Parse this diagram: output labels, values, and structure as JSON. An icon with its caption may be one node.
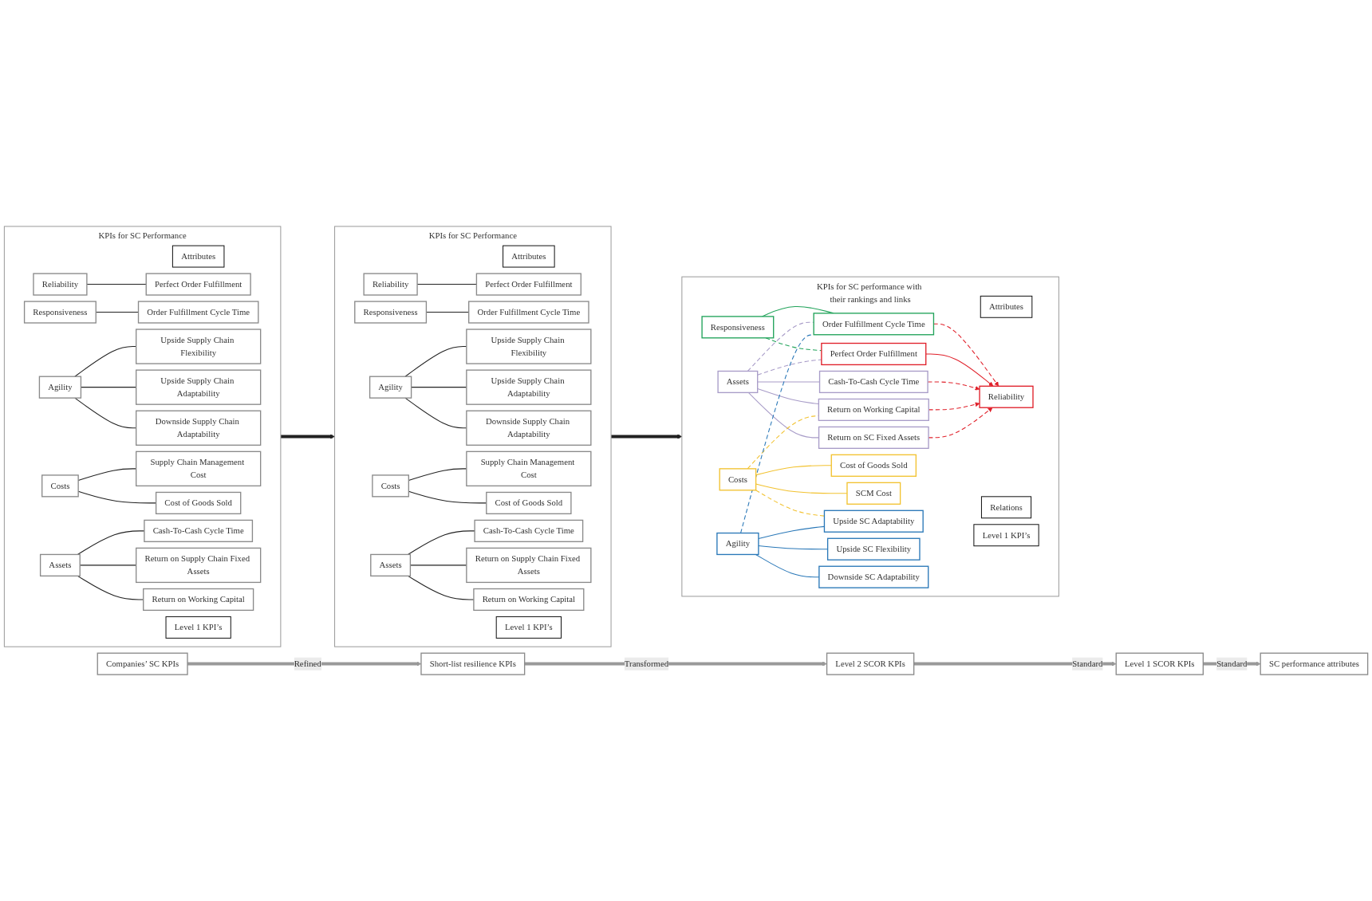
{
  "diagram": {
    "nodes": [
      {
        "text": [
          "KPIs for SC Performance"
        ]
      },
      {
        "text": [
          "Attributes"
        ],
        "in": 0
      },
      {
        "text": [
          "Level 1 KPI’s"
        ],
        "in": 0
      },
      {
        "text": [
          "Reliability"
        ],
        "in": 0
      },
      {
        "text": [
          "Responsiveness"
        ],
        "in": 0
      },
      {
        "text": [
          "Agility"
        ],
        "in": 0
      },
      {
        "text": [
          "Costs"
        ],
        "in": 0
      },
      {
        "text": [
          "Assets"
        ],
        "in": 0
      },
      {
        "text": [
          "Perfect Order Fulfillment"
        ],
        "in": 0
      },
      {
        "text": [
          "Order Fulfillment Cycle Time"
        ],
        "in": 0
      },
      {
        "text": [
          "Upside Supply Chain Flexibility"
        ],
        "in": 0
      },
      {
        "text": [
          "Upside Supply Chain Adaptability"
        ],
        "in": 0
      },
      {
        "text": [
          "Downside Supply Chain Adaptability"
        ],
        "in": 0
      },
      {
        "text": [
          "Supply Chain Management Cost"
        ],
        "in": 0
      },
      {
        "text": [
          "Cost of Goods Sold"
        ],
        "in": 0
      },
      {
        "text": [
          "Cash-To-Cash Cycle Time"
        ],
        "in": 0
      },
      {
        "text": [
          "Return on Supply Chain Fixed Assets"
        ],
        "in": 0
      },
      {
        "text": [
          "Return on Working Capital"
        ],
        "in": 0
      },
      {
        "text": [
          "SC performance attributes"
        ]
      },
      {
        "text": [
          "Level 1 SCOR KPIs"
        ]
      },
      {
        "text": [
          "Level 2 SCOR KPIs"
        ]
      },
      {
        "text": [
          "Short-list resilience KPIs"
        ]
      },
      {
        "text": [
          "Companies’ SC KPIs"
        ]
      },
      {
        "text": [
          "KPIs for SC Performance"
        ]
      },
      {
        "text": [
          "Attributes"
        ],
        "in": 23
      },
      {
        "text": [
          "Level 1 KPI’s"
        ],
        "in": 23
      },
      {
        "text": [
          "Reliability"
        ],
        "in": 23
      },
      {
        "text": [
          "Responsiveness"
        ],
        "in": 23
      },
      {
        "text": [
          "Agility"
        ],
        "in": 23
      },
      {
        "text": [
          "Costs"
        ],
        "in": 23
      },
      {
        "text": [
          "Assets"
        ],
        "in": 23
      },
      {
        "text": [
          "Perfect Order Fulfillment"
        ],
        "in": 23
      },
      {
        "text": [
          "Order Fulfillment Cycle Time"
        ],
        "in": 23
      },
      {
        "text": [
          "Upside Supply Chain Flexibility"
        ],
        "in": 23
      },
      {
        "text": [
          "Upside Supply Chain Adaptability"
        ],
        "in": 23
      },
      {
        "text": [
          "Downside Supply Chain Adaptability"
        ],
        "in": 23
      },
      {
        "text": [
          "Supply Chain Management Cost"
        ],
        "in": 23
      },
      {
        "text": [
          "Cost of Goods Sold"
        ],
        "in": 23
      },
      {
        "text": [
          "Cash-To-Cash Cycle Time"
        ],
        "in": 23
      },
      {
        "text": [
          "Return on Supply Chain Fixed Assets"
        ],
        "in": 23
      },
      {
        "text": [
          "Return on Working Capital"
        ],
        "in": 23
      },
      {
        "text": [
          "KPIs for SC performance with their rankings and links"
        ]
      },
      {
        "text": [
          "Attributes"
        ],
        "in": 41
      },
      {
        "text": [
          "Relations"
        ],
        "in": 41
      },
      {
        "text": [
          "Level 1 KPI’s"
        ],
        "in": 41
      },
      {
        "text": [
          "Responsiveness"
        ],
        "in": 41
      },
      {
        "text": [
          "Reliability"
        ],
        "in": 41
      },
      {
        "text": [
          "Assets"
        ],
        "in": 41
      },
      {
        "text": [
          "Costs"
        ],
        "in": 41
      },
      {
        "text": [
          "Agility"
        ],
        "in": 41
      },
      {
        "text": [
          "Order Fulfillment Cycle Time"
        ],
        "in": 41
      },
      {
        "text": [
          "Perfect Order Fulfillment"
        ],
        "in": 41
      },
      {
        "text": [
          "Cash-To-Cash Cycle Time"
        ],
        "in": 41
      },
      {
        "text": [
          "Return on Working Capital"
        ],
        "in": 41
      },
      {
        "text": [
          "Return on SC Fixed Assets"
        ],
        "in": 41
      },
      {
        "text": [
          "Cost of Goods Sold"
        ],
        "in": 41
      },
      {
        "text": [
          "SCM Cost"
        ],
        "in": 41
      },
      {
        "text": [
          "Upside SC Flexibility"
        ],
        "in": 41
      },
      {
        "text": [
          "Upside SC Adaptability"
        ],
        "in": 41
      },
      {
        "text": [
          "Downside SC Adaptability"
        ],
        "in": 41
      }
    ],
    "edges": [
      {
        "from": 3,
        "to": 8,
        "arrow": "none"
      },
      {
        "from": 4,
        "to": 9,
        "arrow": "none"
      },
      {
        "from": 5,
        "to": 10,
        "arrow": "none"
      },
      {
        "from": 5,
        "to": 11,
        "arrow": "none"
      },
      {
        "from": 5,
        "to": 12,
        "arrow": "none"
      },
      {
        "from": 6,
        "to": 13,
        "arrow": "none"
      },
      {
        "from": 6,
        "to": 14,
        "arrow": "none"
      },
      {
        "from": 7,
        "to": 15,
        "arrow": "none"
      },
      {
        "from": 7,
        "to": 16,
        "arrow": "none"
      },
      {
        "from": 7,
        "to": 17,
        "arrow": "none"
      },
      {
        "from": 22,
        "to": 21,
        "arrow": "to",
        "label": "Refined",
        "style": "thick",
        "color": "#999999"
      },
      {
        "from": 21,
        "to": 20,
        "arrow": "to",
        "label": "Transformed",
        "style": "thick",
        "color": "#999999"
      },
      {
        "from": 20,
        "to": 19,
        "arrow": "to",
        "label": "Standard",
        "style": "thick",
        "color": "#999999"
      },
      {
        "from": 19,
        "to": 18,
        "arrow": "to",
        "label": "Standard",
        "style": "thick",
        "color": "#999999"
      },
      {
        "from": 0,
        "to": 23,
        "arrow": "to",
        "style": "thick"
      },
      {
        "from": 26,
        "to": 31,
        "arrow": "none"
      },
      {
        "from": 27,
        "to": 32,
        "arrow": "none"
      },
      {
        "from": 28,
        "to": 33,
        "arrow": "none"
      },
      {
        "from": 28,
        "to": 34,
        "arrow": "none"
      },
      {
        "from": 28,
        "to": 35,
        "arrow": "none"
      },
      {
        "from": 29,
        "to": 36,
        "arrow": "none"
      },
      {
        "from": 29,
        "to": 37,
        "arrow": "none"
      },
      {
        "from": 30,
        "to": 38,
        "arrow": "none"
      },
      {
        "from": 30,
        "to": 39,
        "arrow": "none"
      },
      {
        "from": 30,
        "to": 40,
        "arrow": "none"
      },
      {
        "from": 23,
        "to": 41,
        "arrow": "to",
        "style": "thick"
      },
      {
        "from": 45,
        "to": 50,
        "arrow": "none",
        "color": "#21a35a"
      },
      {
        "from": 45,
        "to": 51,
        "arrow": "none",
        "style": "dashed",
        "color": "#21a35a"
      },
      {
        "from": 50,
        "to": 46,
        "arrow": "to",
        "style": "dashed",
        "color": "#e0202a"
      },
      {
        "from": 51,
        "to": 46,
        "arrow": "to",
        "color": "#e0202a"
      },
      {
        "from": 52,
        "to": 46,
        "arrow": "to",
        "style": "dashed",
        "color": "#e0202a"
      },
      {
        "from": 53,
        "to": 46,
        "arrow": "to",
        "style": "dashed",
        "color": "#e0202a"
      },
      {
        "from": 54,
        "to": 46,
        "arrow": "to",
        "style": "dashed",
        "color": "#e0202a"
      },
      {
        "from": 47,
        "to": 50,
        "arrow": "none",
        "style": "dashed",
        "color": "#a89cc8"
      },
      {
        "from": 47,
        "to": 51,
        "arrow": "none",
        "style": "dashed",
        "color": "#a89cc8"
      },
      {
        "from": 47,
        "to": 52,
        "arrow": "none",
        "color": "#a89cc8"
      },
      {
        "from": 47,
        "to": 53,
        "arrow": "none",
        "color": "#a89cc8"
      },
      {
        "from": 47,
        "to": 54,
        "arrow": "none",
        "color": "#a89cc8"
      },
      {
        "from": 48,
        "to": 55,
        "arrow": "none",
        "color": "#f2c230"
      },
      {
        "from": 48,
        "to": 56,
        "arrow": "none",
        "color": "#f2c230"
      },
      {
        "from": 48,
        "to": 53,
        "arrow": "none",
        "style": "dashed",
        "color": "#f2c230"
      },
      {
        "from": 48,
        "to": 58,
        "arrow": "none",
        "style": "dashed",
        "color": "#f2c230"
      },
      {
        "from": 49,
        "to": 57,
        "arrow": "none",
        "color": "#2a78b8"
      },
      {
        "from": 49,
        "to": 58,
        "arrow": "none",
        "color": "#2a78b8"
      },
      {
        "from": 49,
        "to": 59,
        "arrow": "none",
        "color": "#2a78b8"
      },
      {
        "from": 49,
        "to": 50,
        "arrow": "none",
        "style": "dashed",
        "color": "#2a78b8"
      }
    ]
  }
}
